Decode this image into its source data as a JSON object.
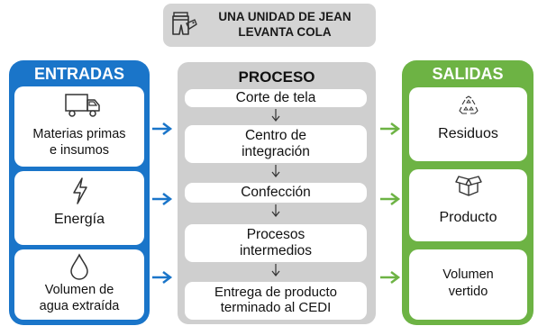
{
  "title": {
    "line1": "UNA UNIDAD DE JEAN",
    "line2": "LEVANTA COLA",
    "icon": "jeans-label-icon"
  },
  "entradas": {
    "header": "ENTRADAS",
    "items": [
      {
        "icon": "truck-icon",
        "line1": "Materias primas",
        "line2": "e insumos"
      },
      {
        "icon": "lightning-icon",
        "line1": "Energía"
      },
      {
        "icon": "water-drop-icon",
        "line1": "Volumen de",
        "line2": "agua extraída"
      }
    ]
  },
  "proceso": {
    "header": "PROCESO",
    "steps": [
      {
        "line1": "Corte de tela"
      },
      {
        "line1": "Centro de",
        "line2": "integración"
      },
      {
        "line1": "Confección"
      },
      {
        "line1": "Procesos",
        "line2": "intermedios"
      },
      {
        "line1": "Entrega de producto",
        "line2": "terminado al CEDI"
      }
    ]
  },
  "salidas": {
    "header": "SALIDAS",
    "items": [
      {
        "icon": "recycle-icon",
        "line1": "Residuos"
      },
      {
        "icon": "box-icon",
        "line1": "Producto"
      },
      {
        "line1": "Volumen",
        "line2": "vertido"
      }
    ]
  },
  "colors": {
    "entradas": "#1a75c9",
    "proceso": "#cfcfcf",
    "salidas": "#6db344",
    "input_arrow": "#1a75c9",
    "output_arrow": "#6db344"
  }
}
